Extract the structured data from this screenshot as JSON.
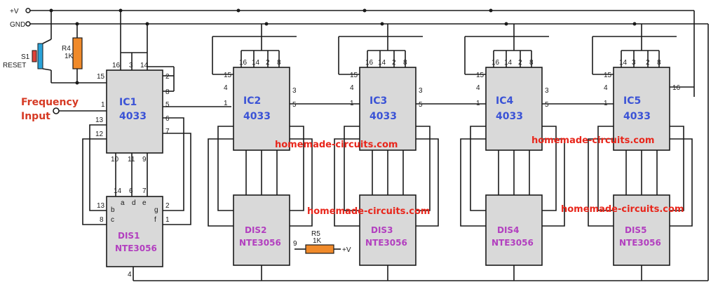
{
  "rails": {
    "vplus": "+V",
    "gnd": "GND"
  },
  "input": {
    "line1": "Frequency",
    "line2": "Input"
  },
  "switch": {
    "ref": "S1",
    "name": "RESET"
  },
  "r4": {
    "ref": "R4",
    "value": "1K"
  },
  "r5": {
    "ref": "R5",
    "value": "1K",
    "supply": "+V",
    "pin": "9"
  },
  "ics": [
    {
      "ref": "IC1",
      "part": "4033"
    },
    {
      "ref": "IC2",
      "part": "4033"
    },
    {
      "ref": "IC3",
      "part": "4033"
    },
    {
      "ref": "IC4",
      "part": "4033"
    },
    {
      "ref": "IC5",
      "part": "4033"
    }
  ],
  "displays": [
    {
      "ref": "DIS1",
      "part": "NTE3056"
    },
    {
      "ref": "DIS2",
      "part": "NTE3056"
    },
    {
      "ref": "DIS3",
      "part": "NTE3056"
    },
    {
      "ref": "DIS4",
      "part": "NTE3056"
    },
    {
      "ref": "DIS5",
      "part": "NTE3056"
    }
  ],
  "watermark": "homemade-circuits.com",
  "pins": {
    "ic1_top": [
      "16",
      "3",
      "14"
    ],
    "ic1_right": [
      "2",
      "8",
      "5",
      "6",
      "7"
    ],
    "ic1_left": [
      "15",
      "1",
      "13",
      "12"
    ],
    "ic1_bottom": [
      "10",
      "11",
      "9"
    ],
    "ic_top": [
      "16",
      "14",
      "2",
      "8"
    ],
    "ic5_top": [
      "14",
      "3",
      "2",
      "8"
    ],
    "ic_left": [
      "15",
      "4",
      "1"
    ],
    "ic_right": [
      "3",
      "5"
    ],
    "ic5_right": [
      "16"
    ],
    "dis1_top": [
      "14",
      "6",
      "7"
    ],
    "dis1_left": [
      "13",
      "8"
    ],
    "dis1_right": [
      "2",
      "1"
    ],
    "dis1_bottom": "4",
    "dis1_segments": [
      "a",
      "b",
      "c",
      "d",
      "e",
      "f",
      "g"
    ]
  }
}
